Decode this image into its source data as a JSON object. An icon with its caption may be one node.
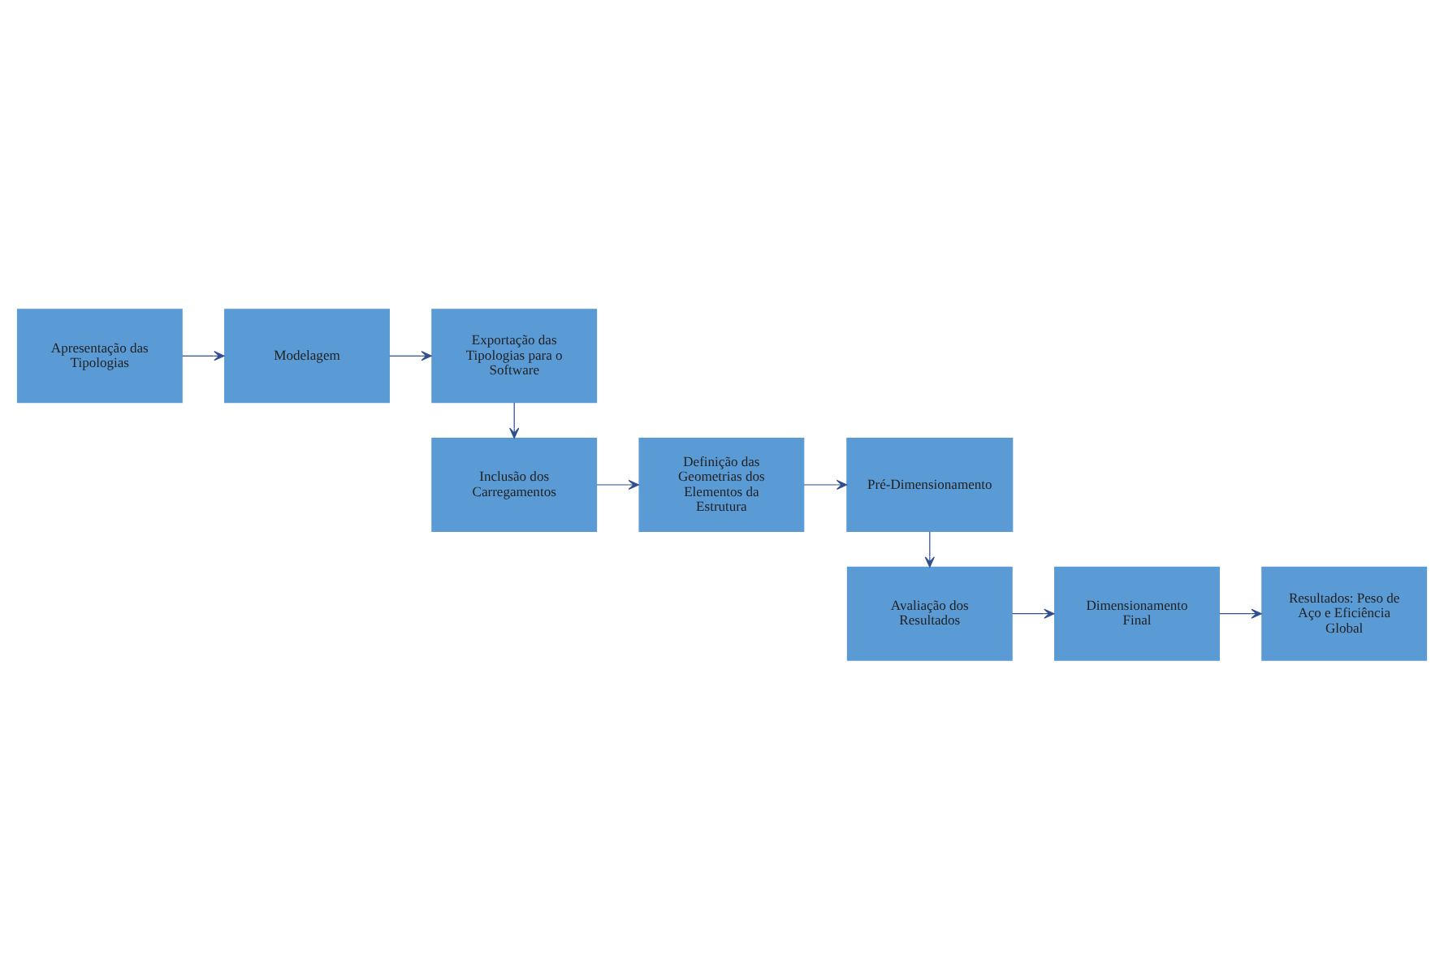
{
  "diagram": {
    "nodes": [
      {
        "text": [
          "Apresentação das Tipologias"
        ]
      },
      {
        "text": [
          "Modelagem"
        ]
      },
      {
        "text": [
          "Exportação das Tipologias para o Software"
        ]
      },
      {
        "text": [
          "Inclusão dos Carregamentos"
        ]
      },
      {
        "text": [
          "Definição das Geometrias dos Elementos da Estrutura"
        ]
      },
      {
        "text": [
          "Pré-Dimensionamento"
        ]
      },
      {
        "text": [
          "Avaliação dos Resultados"
        ]
      },
      {
        "text": [
          "Dimensionamento Final"
        ]
      },
      {
        "text": [
          "Resultados: Peso de Aço e Eficiência Global"
        ]
      }
    ],
    "edges": [
      {
        "from": 0,
        "to": 1,
        "arrow": "to"
      },
      {
        "from": 1,
        "to": 2,
        "arrow": "to"
      },
      {
        "from": 2,
        "to": 3,
        "arrow": "to"
      },
      {
        "from": 3,
        "to": 4,
        "arrow": "to"
      },
      {
        "from": 4,
        "to": 5,
        "arrow": "to"
      },
      {
        "from": 5,
        "to": 6,
        "arrow": "to"
      },
      {
        "from": 6,
        "to": 7,
        "arrow": "to"
      },
      {
        "from": 7,
        "to": 8,
        "arrow": "to"
      }
    ]
  }
}
